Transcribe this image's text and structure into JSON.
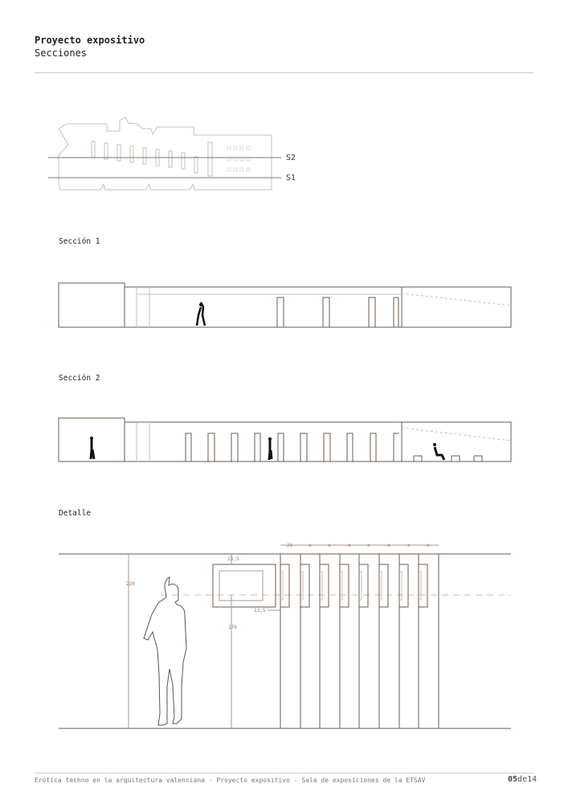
{
  "header": {
    "title": "Proyecto expositivo",
    "subtitle": "Secciones"
  },
  "plan": {
    "s2_label": "S2",
    "s1_label": "S1"
  },
  "sections": [
    {
      "label": "Sección 1"
    },
    {
      "label": "Sección 2"
    },
    {
      "label": "Detalle"
    }
  ],
  "detail": {
    "height_total": "220",
    "height_center": "170",
    "frame_margin_top": "13,5",
    "frame_margin_side": "13,5",
    "panel_width": "25",
    "panel_gap": "x"
  },
  "footer": {
    "text": "Erótica techno en la arquitectura valenciana - Proyecto expositivo - Sala de exposiciones de la ETSAV",
    "page_current": "05",
    "page_sep": "de",
    "page_total": "14"
  },
  "colors": {
    "line": "#6b5a4e",
    "light": "#c8bcb3"
  }
}
